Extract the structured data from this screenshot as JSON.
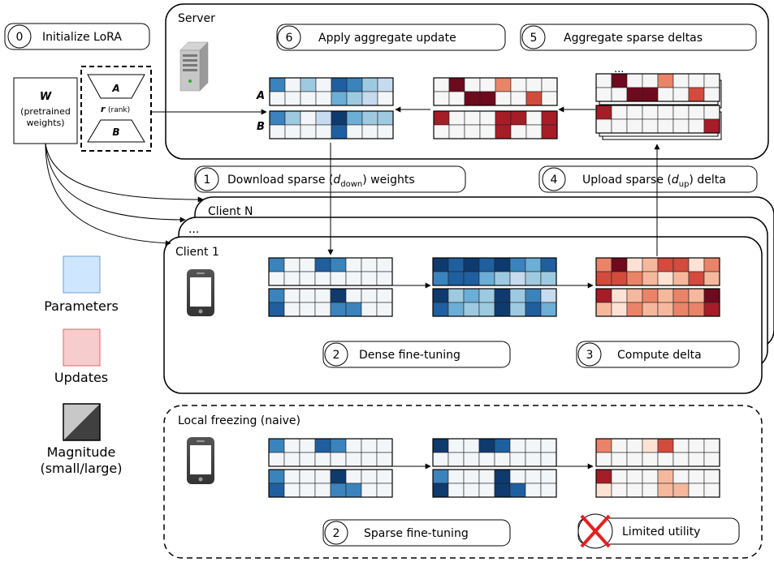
{
  "init": {
    "num": "0",
    "label": "Initialize LoRA"
  },
  "pretrained": {
    "symbol": "W",
    "line1": "(pretrained",
    "line2": "weights)"
  },
  "lora": {
    "a_label": "A",
    "b_label": "B",
    "r_label": "r",
    "rank_label": "(rank)"
  },
  "server": {
    "title": "Server",
    "step6": {
      "num": "6",
      "label": "Apply aggregate update"
    },
    "step5": {
      "num": "5",
      "label": "Aggregate sparse deltas"
    },
    "ellipsis": "...",
    "a_label": "A",
    "b_label": "B"
  },
  "step1": {
    "num": "1",
    "label_prefix": "Download sparse (",
    "var": "d",
    "sub": "down",
    "label_suffix": ") weights"
  },
  "step4": {
    "num": "4",
    "label_prefix": "Upload sparse (",
    "var": "d",
    "sub": "up",
    "label_suffix": ") delta"
  },
  "clients": {
    "client_n": "Client N",
    "ellipsis": "...",
    "client_1": "Client 1"
  },
  "step2": {
    "num": "2",
    "label": "Dense fine-tuning"
  },
  "step3": {
    "num": "3",
    "label": "Compute delta"
  },
  "legend": {
    "parameters": "Parameters",
    "updates": "Updates",
    "magnitude_line1": "Magnitude",
    "magnitude_line2": "(small/large)",
    "colors": {
      "parameters": "#cfe6ff",
      "updates": "#f7cccc",
      "light": "#c8c8c8",
      "dark": "#404040"
    }
  },
  "naive": {
    "title": "Local freezing (naive)",
    "step2": {
      "num": "2",
      "label": "Sparse fine-tuning"
    },
    "limited": "Limited utility"
  },
  "colors": {
    "blue": [
      "#f3f6f9",
      "#c6dbef",
      "#9ecae1",
      "#6baed6",
      "#3a83bd",
      "#1f5f9f",
      "#0e3a6e"
    ],
    "red": [
      "#f6f6f6",
      "#fde2d4",
      "#f6b89d",
      "#ea8468",
      "#d24b3d",
      "#a51d27",
      "#6e0a1e"
    ]
  },
  "grids": {
    "serverA": [
      [
        4,
        0,
        2,
        0,
        5,
        4,
        2,
        1
      ],
      [
        0,
        0,
        0,
        0,
        3,
        2,
        1,
        0
      ]
    ],
    "serverB": [
      [
        4,
        2,
        0,
        1,
        6,
        3,
        2,
        2
      ],
      [
        0,
        0,
        0,
        0,
        5,
        0,
        0,
        0
      ]
    ],
    "serverUpA": [
      [
        0,
        6,
        0,
        0,
        3,
        0,
        0,
        0
      ],
      [
        0,
        0,
        6,
        6,
        0,
        0,
        4,
        0
      ]
    ],
    "serverUpB": [
      [
        5,
        0,
        0,
        0,
        5,
        5,
        0,
        5
      ],
      [
        0,
        0,
        0,
        0,
        5,
        0,
        0,
        5
      ]
    ],
    "clientUpA": [
      [
        0,
        6,
        0,
        0,
        3,
        0,
        0,
        0
      ],
      [
        0,
        0,
        6,
        6,
        0,
        0,
        4,
        0
      ]
    ],
    "clientUpB": [
      [
        5,
        0,
        0,
        0,
        0,
        0,
        0,
        0
      ],
      [
        0,
        0,
        0,
        0,
        0,
        0,
        0,
        5
      ]
    ],
    "c1A": [
      [
        4,
        0,
        0,
        5,
        4,
        0,
        0,
        0
      ],
      [
        0,
        0,
        0,
        0,
        0,
        0,
        0,
        0
      ]
    ],
    "c1B": [
      [
        4,
        0,
        0,
        0,
        6,
        0,
        0,
        0
      ],
      [
        5,
        0,
        0,
        0,
        4,
        4,
        0,
        0
      ]
    ],
    "c2A": [
      [
        6,
        5,
        6,
        5,
        6,
        4,
        3,
        5
      ],
      [
        4,
        5,
        5,
        3,
        2,
        1,
        2,
        2
      ]
    ],
    "c2B": [
      [
        6,
        2,
        3,
        2,
        6,
        2,
        4,
        1
      ],
      [
        5,
        3,
        2,
        2,
        6,
        2,
        5,
        3
      ]
    ],
    "c3A": [
      [
        3,
        6,
        1,
        2,
        4,
        4,
        1,
        3
      ],
      [
        4,
        4,
        3,
        2,
        1,
        2,
        4,
        2
      ]
    ],
    "c3B": [
      [
        5,
        1,
        2,
        3,
        2,
        3,
        2,
        6
      ],
      [
        2,
        1,
        3,
        2,
        2,
        3,
        3,
        5
      ]
    ],
    "nvA1": [
      [
        4,
        0,
        0,
        5,
        4,
        0,
        0,
        0
      ],
      [
        0,
        0,
        0,
        0,
        0,
        0,
        0,
        0
      ]
    ],
    "nvB1": [
      [
        4,
        0,
        0,
        0,
        6,
        0,
        0,
        0
      ],
      [
        5,
        0,
        0,
        0,
        4,
        4,
        0,
        0
      ]
    ],
    "nvA2": [
      [
        6,
        0,
        0,
        6,
        5,
        0,
        0,
        0
      ],
      [
        0,
        0,
        0,
        0,
        0,
        0,
        0,
        0
      ]
    ],
    "nvB2": [
      [
        4,
        0,
        0,
        0,
        6,
        0,
        0,
        0
      ],
      [
        6,
        0,
        0,
        0,
        6,
        5,
        0,
        0
      ]
    ],
    "nvA3": [
      [
        3,
        0,
        0,
        1,
        4,
        0,
        0,
        0
      ],
      [
        0,
        0,
        0,
        0,
        0,
        0,
        0,
        0
      ]
    ],
    "nvB3": [
      [
        5,
        0,
        0,
        0,
        2,
        0,
        0,
        0
      ],
      [
        1,
        0,
        0,
        0,
        2,
        2,
        0,
        0
      ]
    ]
  }
}
